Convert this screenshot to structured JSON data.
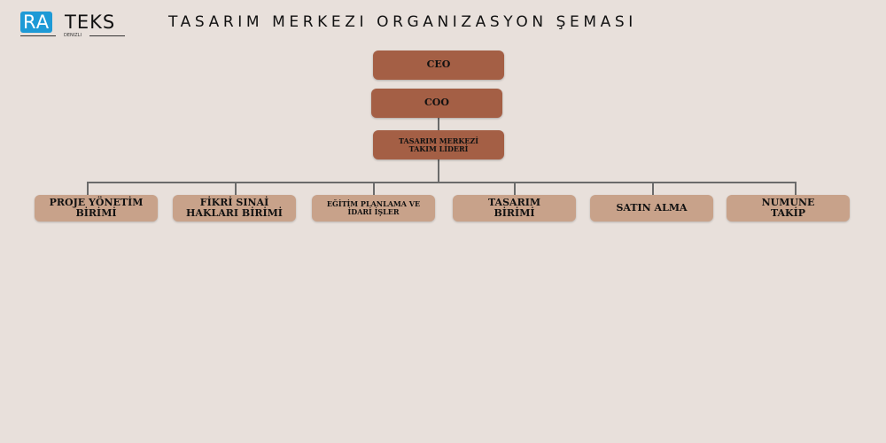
{
  "logo": {
    "part1": "RA",
    "part2": "TEKS",
    "subtitle": "DENIZLI"
  },
  "title": "TASARIM MERKEZI ORGANIZASYON ŞEMASI",
  "colors": {
    "background": "#e8e0db",
    "top_level": "#a45f45",
    "units": "#c8a28a",
    "logo_blue": "#1e9ad6"
  },
  "chart": {
    "ceo": "CEO",
    "coo": "COO",
    "team_lead": "TASARIM MERKEZİ TAKIM LİDERİ",
    "units": [
      "PROJE YÖNETİM BİRİMİ",
      "FİKRİ SINAİ HAKLARI BİRİMİ",
      "EĞİTİM PLANLAMA VE İDARİ İŞLER",
      "TASARIM BİRİMİ",
      "SATIN ALMA",
      "NUMUNE TAKİP"
    ]
  }
}
